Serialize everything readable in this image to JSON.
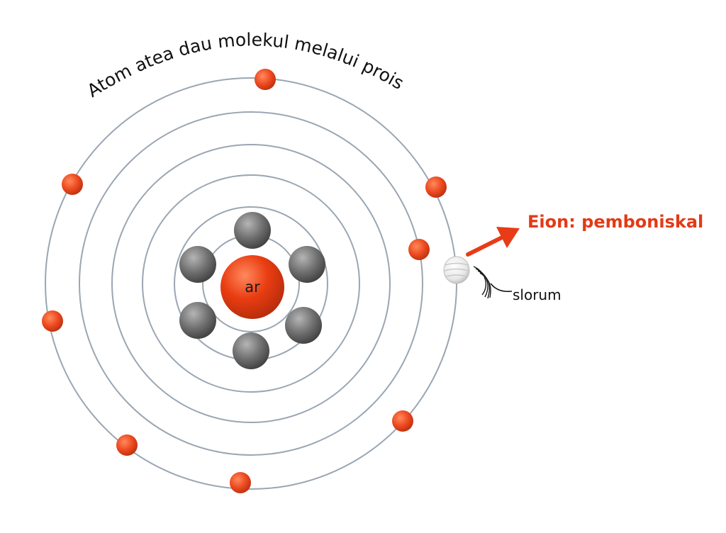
{
  "title": "Atom atea dau molekul melalui proisasi",
  "nucleus_label": "ar",
  "ion_label": "Eion: pemboniskal",
  "electron_label": "slorum",
  "colors": {
    "orbit": "#9aa6b2",
    "electron": "#ee4a21",
    "nucleus": "#ea3d12",
    "neutron": "#707070",
    "arrow": "#e83b17"
  }
}
